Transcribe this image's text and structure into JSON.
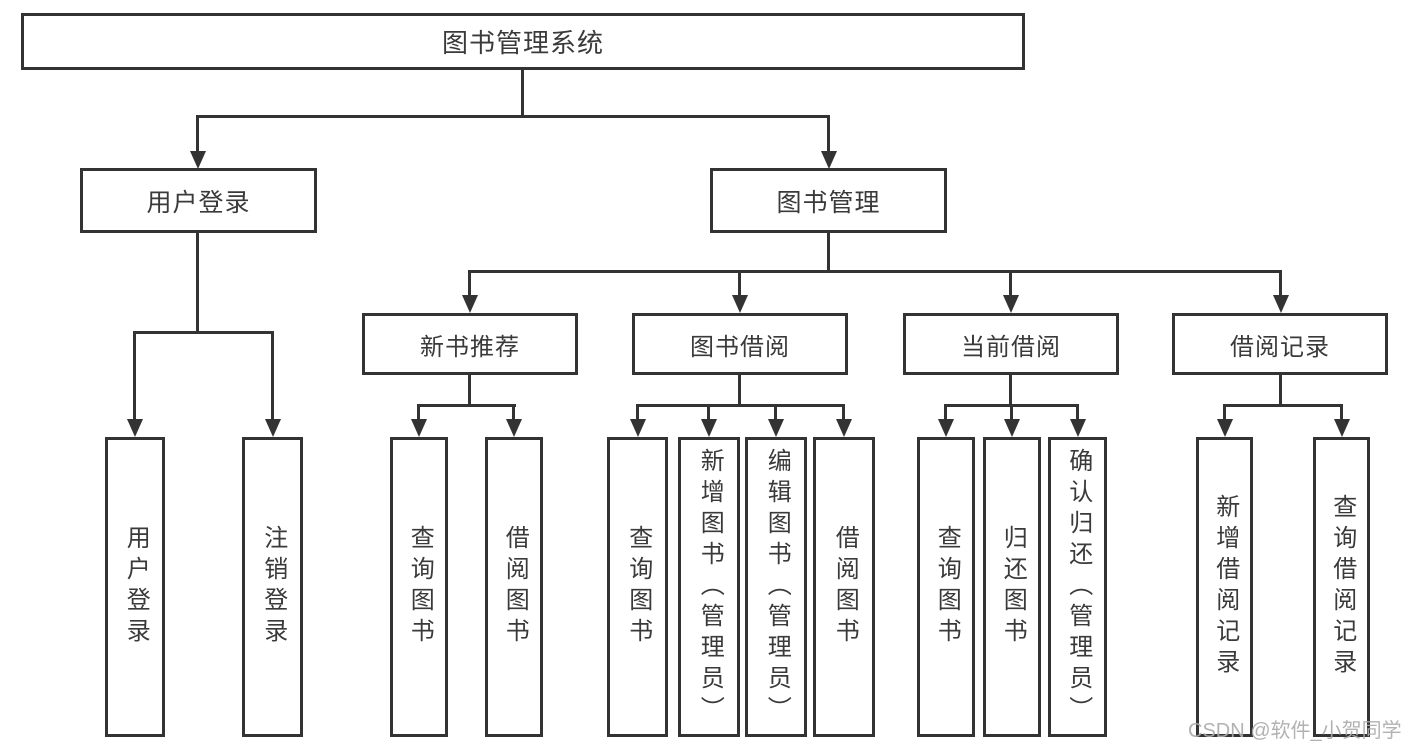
{
  "diagram": {
    "tree": {
      "label": "图书管理系统",
      "children": [
        {
          "label": "用户登录",
          "children": [
            {
              "label": "用户登录"
            },
            {
              "label": "注销登录"
            }
          ]
        },
        {
          "label": "图书管理",
          "children": [
            {
              "label": "新书推荐",
              "children": [
                {
                  "label": "查询图书"
                },
                {
                  "label": "借阅图书"
                }
              ]
            },
            {
              "label": "图书借阅",
              "children": [
                {
                  "label": "查询图书"
                },
                {
                  "label": "新增图书（管理员）"
                },
                {
                  "label": "编辑图书（管理员）"
                },
                {
                  "label": "借阅图书"
                }
              ]
            },
            {
              "label": "当前借阅",
              "children": [
                {
                  "label": "查询图书"
                },
                {
                  "label": "归还图书"
                },
                {
                  "label": "确认归还（管理员）"
                }
              ]
            },
            {
              "label": "借阅记录",
              "children": [
                {
                  "label": "新增借阅记录"
                },
                {
                  "label": "查询借阅记录"
                }
              ]
            }
          ]
        }
      ]
    },
    "colors": {
      "line": "#333333",
      "text": "#3a3a3a",
      "background": "#ffffff",
      "watermark": "#ababab"
    }
  },
  "watermark": {
    "text": "CSDN @软件_小贺同学"
  }
}
